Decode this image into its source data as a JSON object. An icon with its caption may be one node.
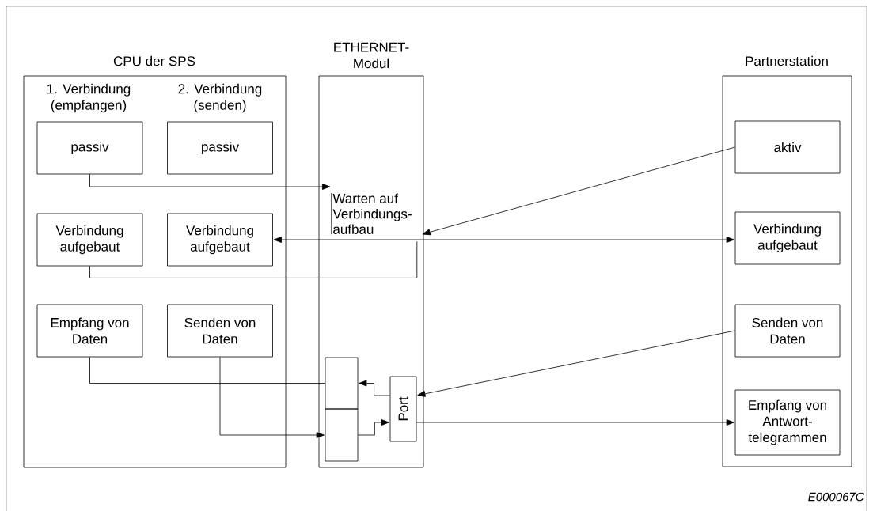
{
  "diagram": {
    "nodes": [
      {
        "text": [
          "CPU der SPS",
          "1. Verbindung (empfangen)",
          "2. Verbindung (senden)"
        ]
      },
      {
        "text": [
          "passiv"
        ],
        "in": 0
      },
      {
        "text": [
          "passiv"
        ],
        "in": 0
      },
      {
        "text": [
          "Verbindung aufgebaut"
        ],
        "in": 0
      },
      {
        "text": [
          "Verbindung aufgebaut"
        ],
        "in": 0
      },
      {
        "text": [
          "Empfang von Daten"
        ],
        "in": 0
      },
      {
        "text": [
          "Senden von Daten"
        ],
        "in": 0
      },
      {
        "text": [
          "ETHERNET- Modul"
        ]
      },
      {
        "text": [
          "Warten auf Verbindungs- aufbau"
        ],
        "in": 7
      },
      {
        "text": [],
        "shape": "box",
        "in": 7
      },
      {
        "text": [],
        "shape": "box",
        "in": 7
      },
      {
        "text": [
          "Port"
        ],
        "in": 7
      },
      {
        "text": [
          "Partnerstation"
        ]
      },
      {
        "text": [
          "aktiv"
        ],
        "in": 12
      },
      {
        "text": [
          "Verbindung aufgebaut"
        ],
        "in": 12
      },
      {
        "text": [
          "Senden von Daten"
        ],
        "in": 12
      },
      {
        "text": [
          "Empfang von Antwort- telegrammen"
        ],
        "in": 12
      }
    ],
    "edges": [
      {
        "from": 1,
        "to": 8,
        "arrow": "to"
      },
      {
        "from": 13,
        "to": 8,
        "arrow": "to"
      },
      {
        "from": 4,
        "to": 14,
        "arrow": "both"
      },
      {
        "from": 8,
        "to": 3,
        "arrow": "none"
      },
      {
        "from": 15,
        "to": 11,
        "arrow": "to"
      },
      {
        "from": 11,
        "to": 9,
        "arrow": "to"
      },
      {
        "from": 9,
        "to": 5,
        "arrow": "none"
      },
      {
        "from": 6,
        "to": 10,
        "arrow": "to"
      },
      {
        "from": 10,
        "to": 11,
        "arrow": "to"
      },
      {
        "from": 11,
        "to": 16,
        "arrow": "to"
      }
    ],
    "labels": [
      "E000067C"
    ]
  }
}
